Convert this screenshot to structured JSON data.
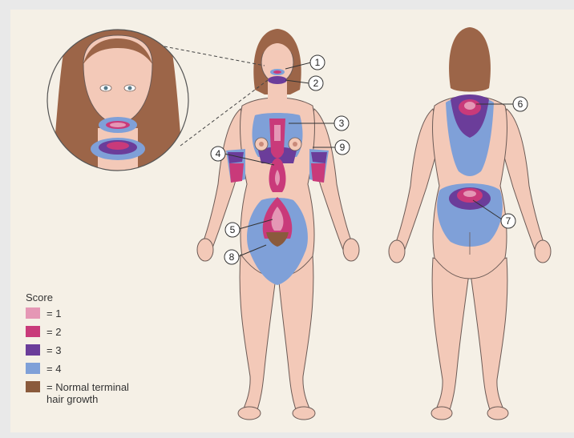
{
  "colors": {
    "background": "#e9e9e9",
    "panel": "#f5f0e6",
    "skin": "#f3c9b8",
    "skin_outline": "#6b5a55",
    "hair": "#9c6548",
    "score_1": "#e597b5",
    "score_2": "#c93a7a",
    "score_3": "#6b3d9a",
    "score_4": "#7fa0d8",
    "normal_hair": "#8a5a3c"
  },
  "callouts": [
    "1",
    "2",
    "3",
    "4",
    "5",
    "6",
    "7",
    "8",
    "9"
  ],
  "legend": {
    "title": "Score",
    "items": [
      {
        "label": "= 1",
        "color": "#e597b5"
      },
      {
        "label": "= 2",
        "color": "#c93a7a"
      },
      {
        "label": "= 3",
        "color": "#6b3d9a"
      },
      {
        "label": "= 4",
        "color": "#7fa0d8"
      },
      {
        "label": "= Normal terminal",
        "label2": "hair growth",
        "color": "#8a5a3c"
      }
    ]
  }
}
